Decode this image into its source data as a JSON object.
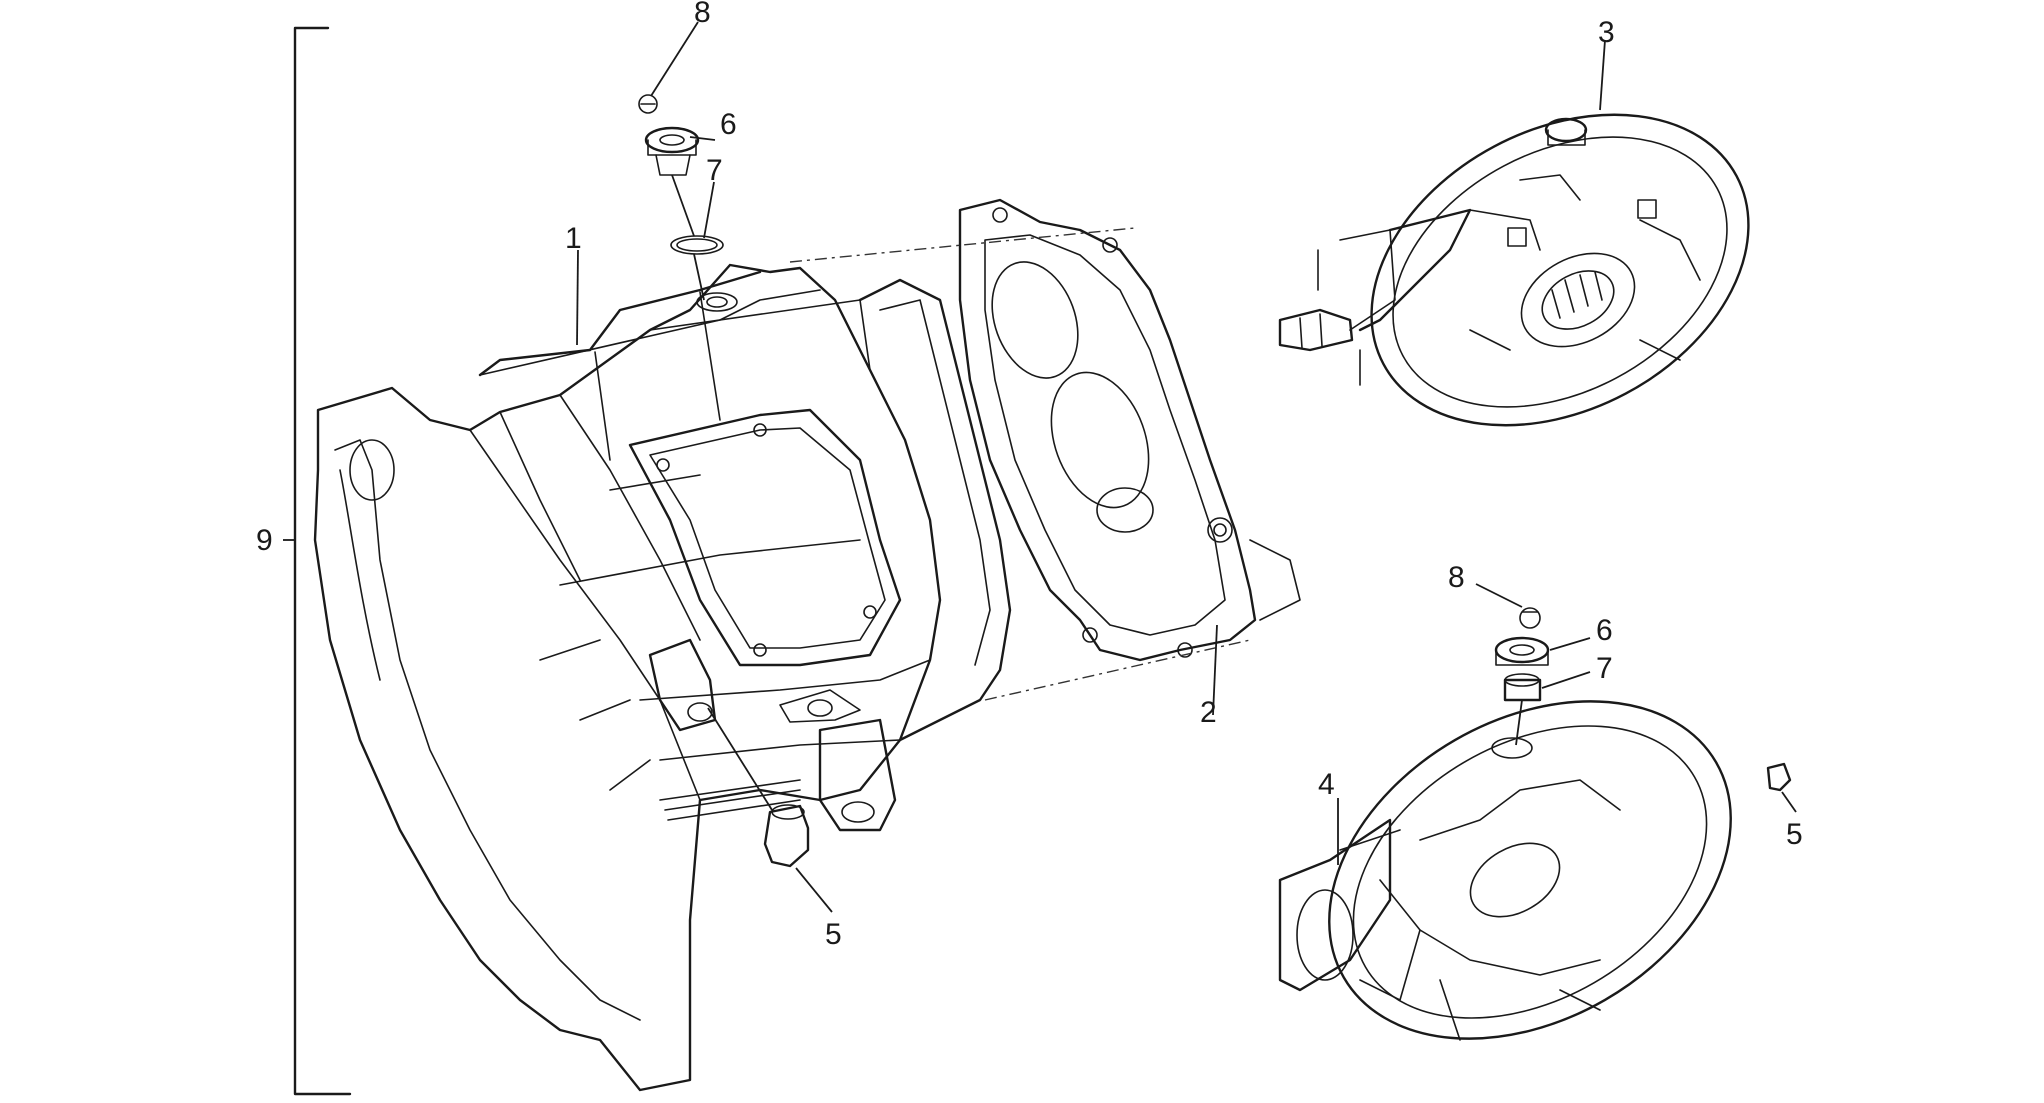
{
  "callouts": {
    "c1": "1",
    "c2": "2",
    "c3": "3",
    "c4": "4",
    "c5a": "5",
    "c5b": "5",
    "c6a": "6",
    "c6b": "6",
    "c7a": "7",
    "c7b": "7",
    "c8a": "8",
    "c8b": "8",
    "c9": "9"
  },
  "colors": {
    "line": "#1a1a1a",
    "background": "#ffffff"
  }
}
